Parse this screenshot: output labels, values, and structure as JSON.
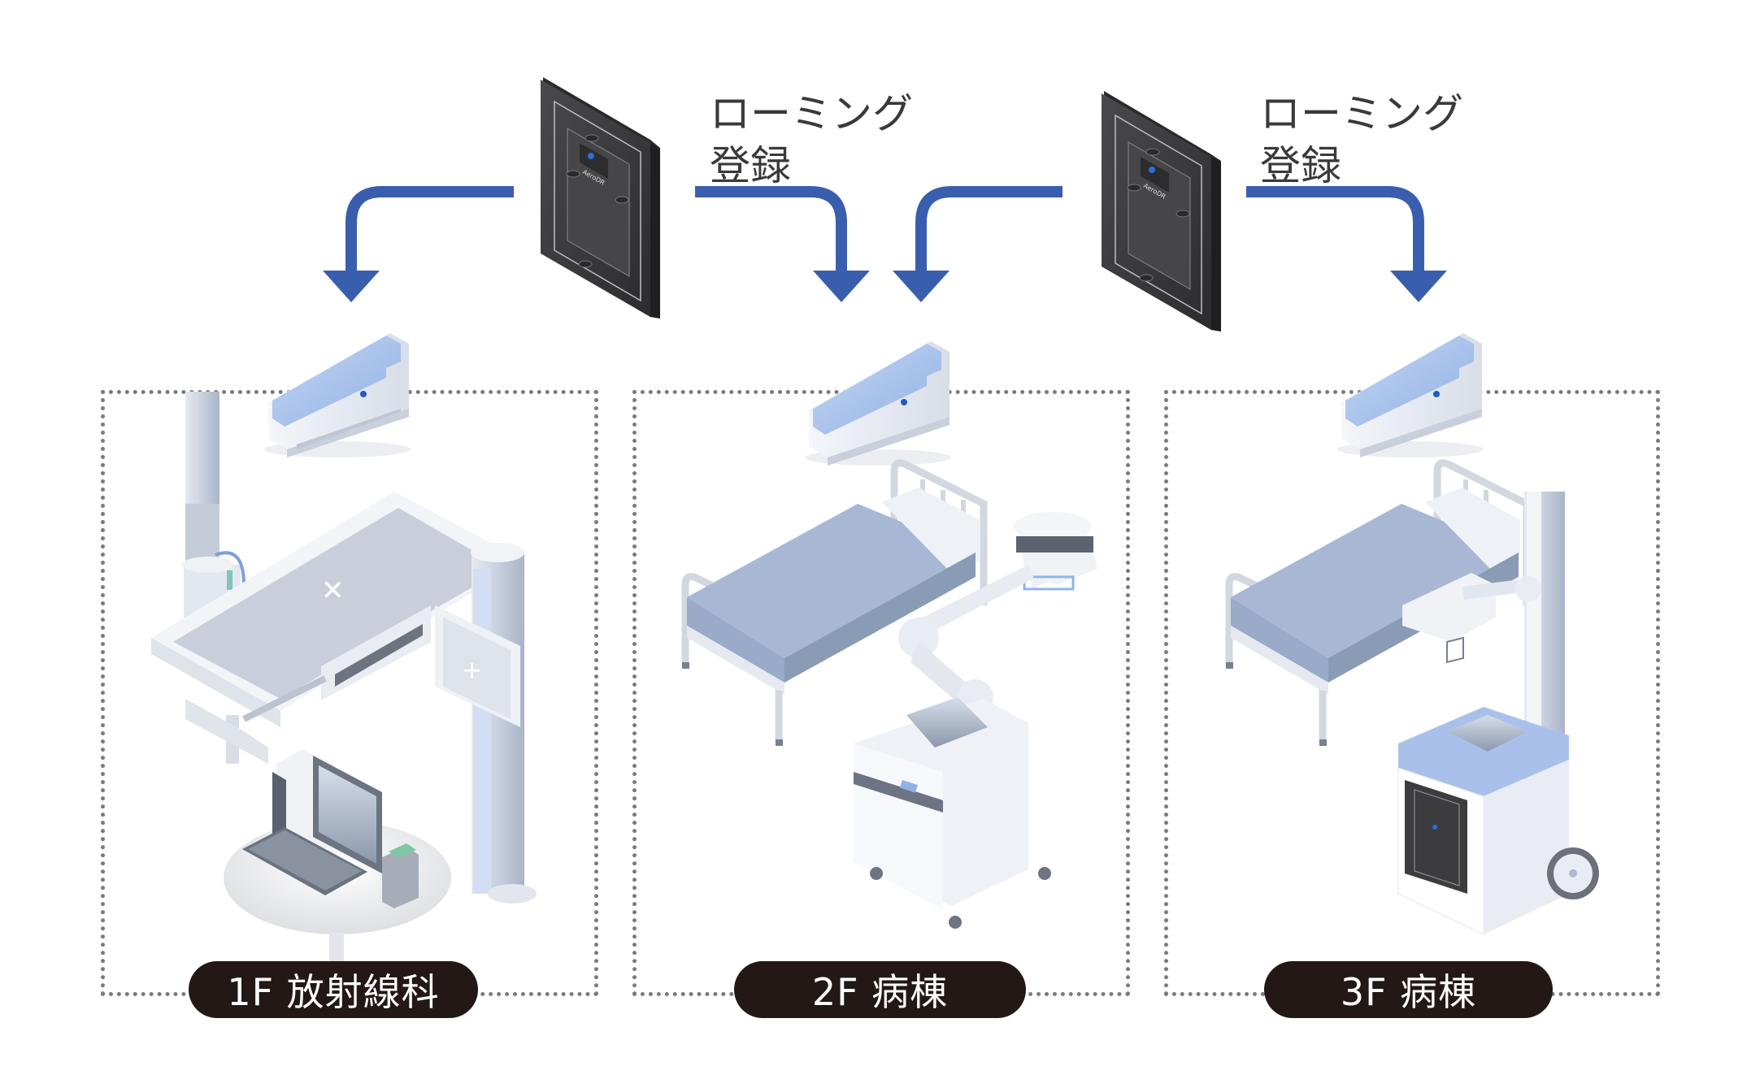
{
  "diagram": {
    "roaming_labels": [
      {
        "line1": "ローミング",
        "line2": "登録"
      },
      {
        "line1": "ローミング",
        "line2": "登録"
      }
    ],
    "floors": [
      {
        "label": "1F 放射線科",
        "scene": "radiology-room"
      },
      {
        "label": "2F 病棟",
        "scene": "ward-mobile-xray"
      },
      {
        "label": "3F 病棟",
        "scene": "ward-mobile-xray-with-panel"
      }
    ],
    "devices": {
      "panel_brand": "AeroDR",
      "panel_count": 2,
      "charger_count": 3
    },
    "colors": {
      "arrow": "#3a5eae",
      "label_bg": "#231815",
      "label_text": "#ffffff",
      "dotted_border": "#7b7b7b",
      "panel_body": "#3c3c3e",
      "charger_accent": "#a9c1ea",
      "mattress": "#a8b8d4"
    }
  }
}
